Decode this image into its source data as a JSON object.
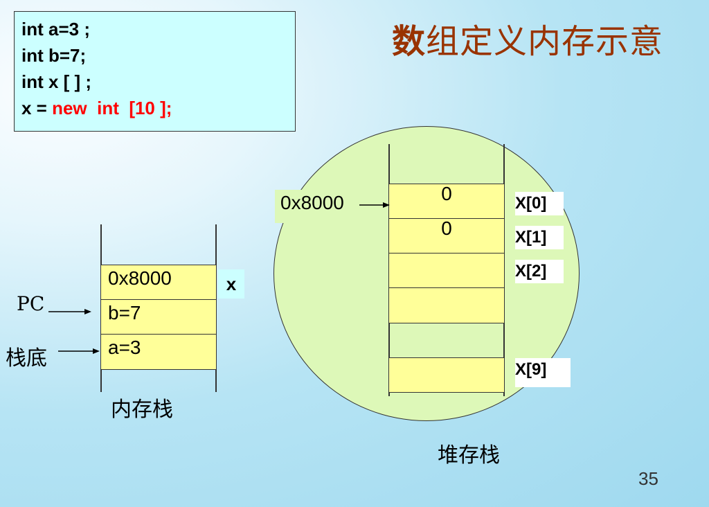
{
  "code": {
    "line1": "int a=3 ;",
    "line2": "int b=7;",
    "line3": "int x [ ] ;",
    "line4_prefix": "x = ",
    "line4_keyword": "new  int  [10 ];"
  },
  "title": {
    "first_char": "数",
    "rest": "组定义内存示意"
  },
  "heap": {
    "address": "0x8000",
    "cells": [
      "0",
      "0",
      "",
      "",
      "",
      ""
    ],
    "index_labels": [
      "X[0]",
      "X[1]",
      "X[2]",
      "X[9]"
    ],
    "caption": "堆存栈"
  },
  "stack": {
    "cells": [
      "0x8000",
      "b=7",
      "a=3"
    ],
    "variable_label": "x",
    "pc_label": "PC",
    "bottom_label": "栈底",
    "caption": "内存栈"
  },
  "page_number": "35",
  "colors": {
    "title": "#993300",
    "keyword": "#ff0000",
    "cell_fill": "#ffff99",
    "heap_fill": "#ddf8b8",
    "code_bg": "#ccffff"
  }
}
